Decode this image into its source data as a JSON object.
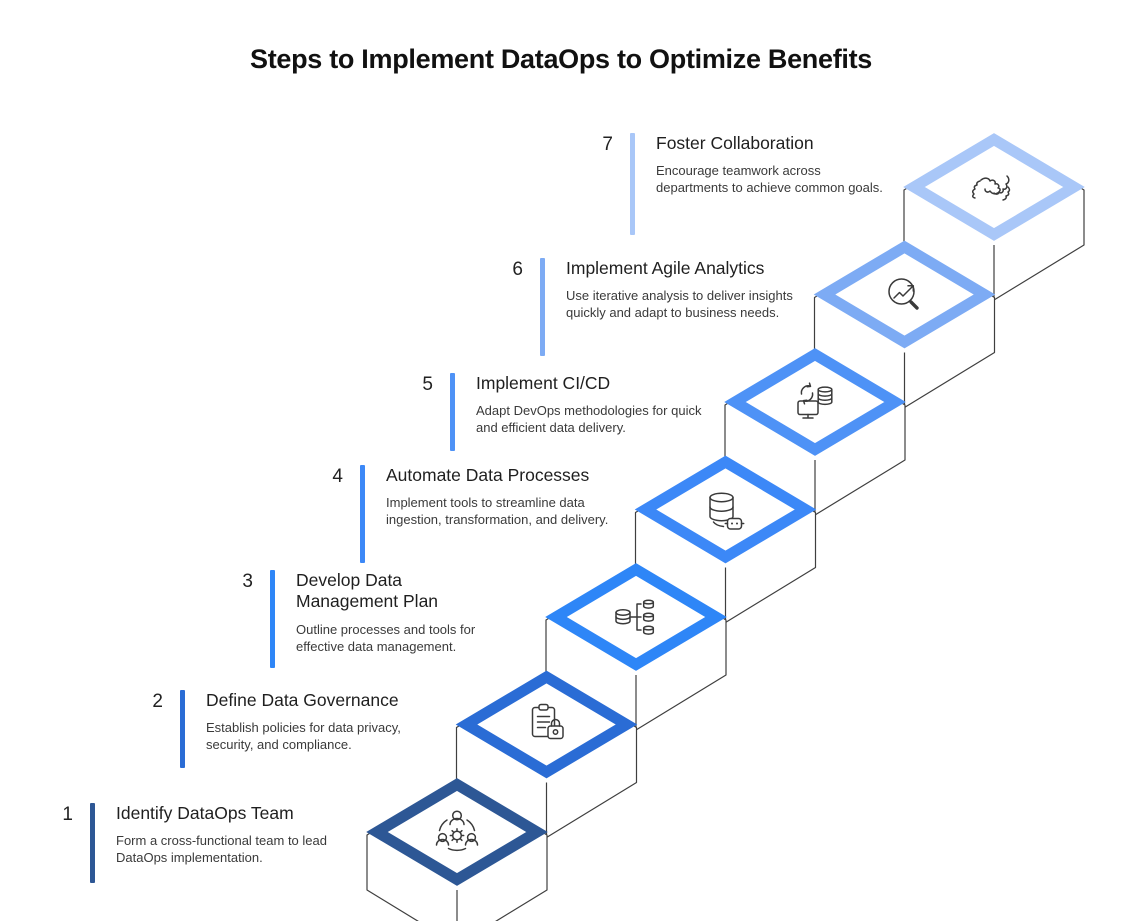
{
  "title": "Steps to Implement DataOps to Optimize Benefits",
  "colors": {
    "background": "#ffffff",
    "outline": "#3f3f3f",
    "icon_stroke": "#3a3a3a",
    "title_text": "#111111",
    "step_title_text": "#1f1f1f",
    "description_text": "#3a3a3a"
  },
  "steps": [
    {
      "number": "1",
      "title": "Identify DataOps Team",
      "description": "Form a cross-functional team to lead DataOps implementation.",
      "color": "#2d5795",
      "icon": "team-gear-icon"
    },
    {
      "number": "2",
      "title": "Define Data Governance",
      "description": "Establish policies for data privacy, security, and compliance.",
      "color": "#2a6cd5",
      "icon": "clipboard-lock-icon"
    },
    {
      "number": "3",
      "title": "Develop Data Management Plan",
      "description": "Outline processes and tools for effective data management.",
      "color": "#2e86f7",
      "icon": "data-mapping-icon"
    },
    {
      "number": "4",
      "title": "Automate Data Processes",
      "description": "Implement tools to streamline data ingestion, transformation, and delivery.",
      "color": "#3c88f7",
      "icon": "database-automation-icon"
    },
    {
      "number": "5",
      "title": "Implement CI/CD",
      "description": "Adapt DevOps methodologies for quick and efficient data delivery.",
      "color": "#4e92f6",
      "icon": "cicd-sync-icon"
    },
    {
      "number": "6",
      "title": "Implement Agile Analytics",
      "description": "Use iterative analysis to deliver insights quickly and adapt to business needs.",
      "color": "#7dabf4",
      "icon": "analytics-magnifier-icon"
    },
    {
      "number": "7",
      "title": "Foster Collaboration",
      "description": "Encourage teamwork across departments to achieve common goals.",
      "color": "#a9c7f8",
      "icon": "handshake-icon"
    }
  ]
}
